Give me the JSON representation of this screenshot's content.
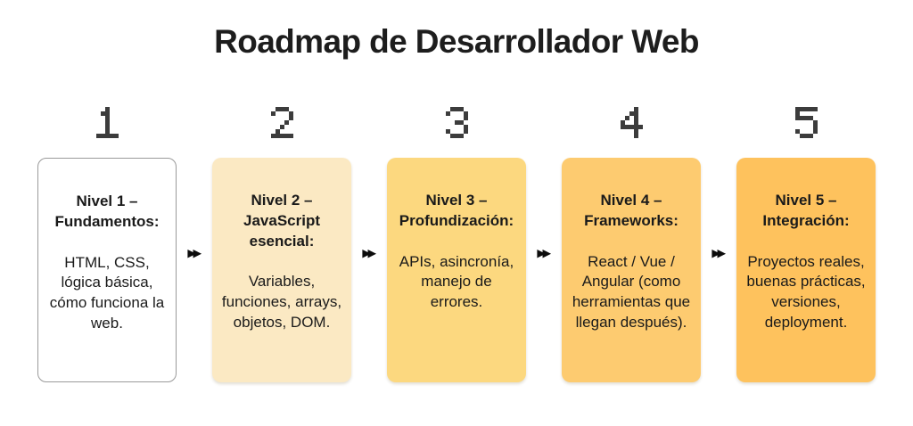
{
  "title": "Roadmap de Desarrollador Web",
  "connector_glyph": "▶▶",
  "colors": {
    "title_text": "#1D1D1D",
    "card_text": "#1A1A1A",
    "number_pixels": "#3C3C3C",
    "arrow": "#0C0C0C",
    "card1_border": "#9A9A9A"
  },
  "steps": [
    {
      "number": "1",
      "heading": "Nivel 1 – Fundamentos:",
      "body": "HTML, CSS, lógica básica, cómo funciona la web.",
      "bg": "#FFFFFF"
    },
    {
      "number": "2",
      "heading": "Nivel 2 – JavaScript esencial:",
      "body": "Variables, funciones, arrays, objetos, DOM.",
      "bg": "#FBE9C3"
    },
    {
      "number": "3",
      "heading": "Nivel 3 – Profundización:",
      "body": "APIs, asincronía, manejo de errores.",
      "bg": "#FCD87F"
    },
    {
      "number": "4",
      "heading": "Nivel 4 – Frameworks:",
      "body": "React / Vue / Angular (como herramientas que llegan después).",
      "bg": "#FDCB70"
    },
    {
      "number": "5",
      "heading": "Nivel 5 – Integración:",
      "body": "Proyectos reales, buenas prácticas, versiones, deployment.",
      "bg": "#FEC25D"
    }
  ]
}
